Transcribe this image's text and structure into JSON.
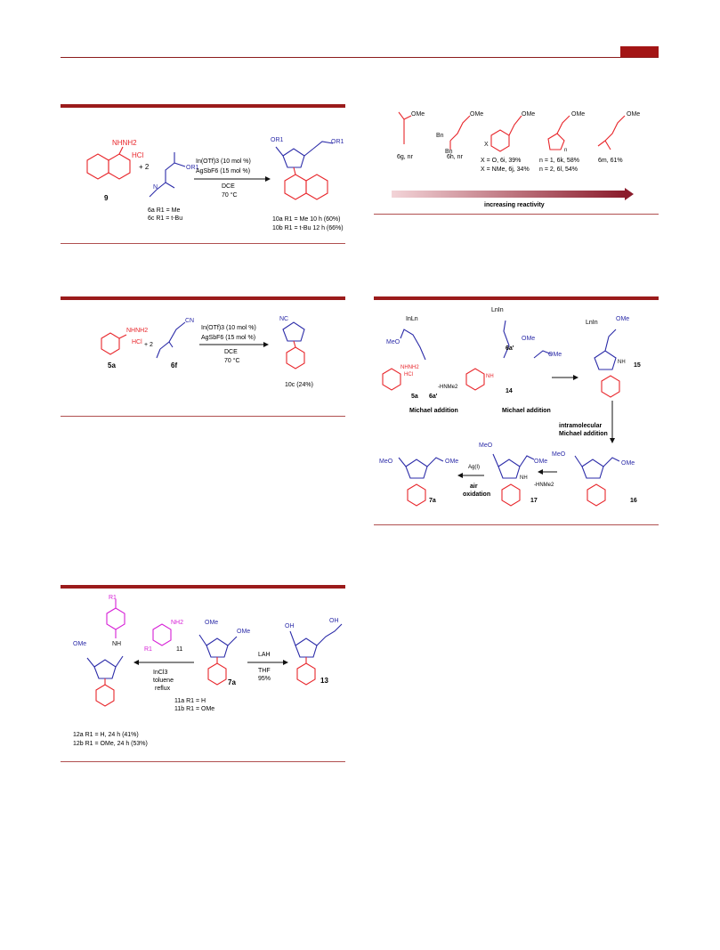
{
  "colors": {
    "accent": "#9b1b1b",
    "red": "#e8262b",
    "blue": "#2b2ba8",
    "magenta": "#d61fd6"
  },
  "scheme1": {
    "reactant_label": "9",
    "reagent_mult": "+ 2",
    "cond1": "In(OTf)3 (10 mol %)",
    "cond2": "AgSbF6 (15 mol %)",
    "cond3": "DCE",
    "cond4": "70 °C",
    "sm1": "6a R1 = Me",
    "sm2": "6c R1 = t-Bu",
    "prod1": "10a R1 = Me 10 h (60%)",
    "prod2": "10b R1 = t-Bu 12 h (66%)",
    "hcl": "HCl",
    "nhnh2": "NHNH2",
    "or1": "OR1",
    "or1b": "OR1"
  },
  "scheme2": {
    "hcl": "HCl",
    "nhnh2": "NHNH2",
    "mult": "+ 2",
    "cn": "CN",
    "nc": "NC",
    "cond1": "In(OTf)3 (10 mol %)",
    "cond2": "AgSbF6 (15 mol %)",
    "cond3": "DCE",
    "cond4": "70 °C",
    "l5a": "5a",
    "l6f": "6f",
    "product": "10c (24%)"
  },
  "scheme3": {
    "r1": "R1",
    "nh": "NH",
    "ome": "OMe",
    "nh2": "NH2",
    "reagent": "11",
    "c1": "InCl3",
    "c2": "toluene",
    "c3": "reflux",
    "s11a": "11a R1 = H",
    "s11b": "11b R1 = OMe",
    "l7a": "7a",
    "lah": "LAH",
    "thf": "THF",
    "yield": "95%",
    "l13": "13",
    "oh": "OH",
    "p1": "12a R1 = H, 24 h (41%)",
    "p2": "12b R1 = OMe, 24 h (53%)"
  },
  "scheme4": {
    "g": "6g, nr",
    "h": "6h, nr",
    "ij1": "X = O, 6i, 39%",
    "ij2": "X = NMe, 6j, 34%",
    "kl1": "n = 1, 6k, 58%",
    "kl2": "n = 2, 6l, 54%",
    "m": "6m, 61%",
    "arrow": "increasing reactivity",
    "ome": "OMe",
    "bn": "Bn",
    "x": "X",
    "n": "n"
  },
  "scheme5": {
    "l5a": "5a",
    "l6a": "6a'",
    "l14": "14",
    "l6ap": "6a'",
    "l15": "15",
    "l16": "16",
    "l17": "17",
    "l7a": "7a",
    "m1": "Michael addition",
    "m2": "Michael addition",
    "m3": "intramolecular",
    "m3b": "Michael addition",
    "lnin": "InLn",
    "hnme2": "-HNMe2",
    "hnme2b": "-HNMe2",
    "ag": "Ag(I)",
    "air1": "air",
    "air2": "oxidation",
    "meo": "MeO",
    "ome": "OMe",
    "nh": "NH",
    "nhnh2": "NHNH2",
    "hcl": "HCl",
    "lnin2": "LnIn",
    "lnin3": "LnIn"
  }
}
